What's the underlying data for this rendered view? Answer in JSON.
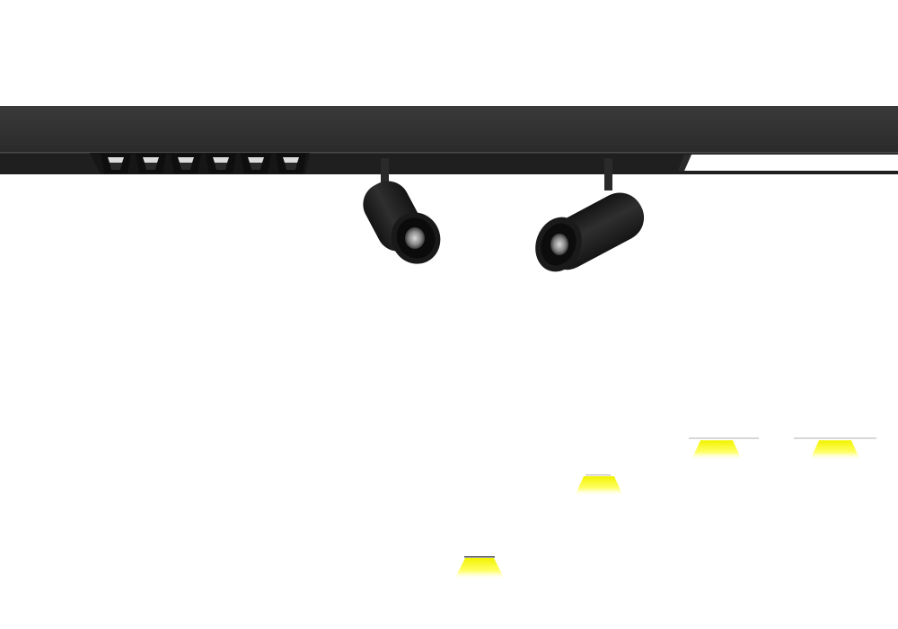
{
  "scene": {
    "subject": "magnetic-track-light-product-render",
    "background_color": "#ffffff",
    "track_color": "#2e2e2e",
    "track_shadow_color": "#1f1f1f",
    "fixture_color": "#222222",
    "lens_color": "#9a9a9a",
    "light_glow_color": "#ffff4d",
    "grille_cell_count": 6,
    "spotlight_count": 2,
    "light_glow_count": 4
  }
}
